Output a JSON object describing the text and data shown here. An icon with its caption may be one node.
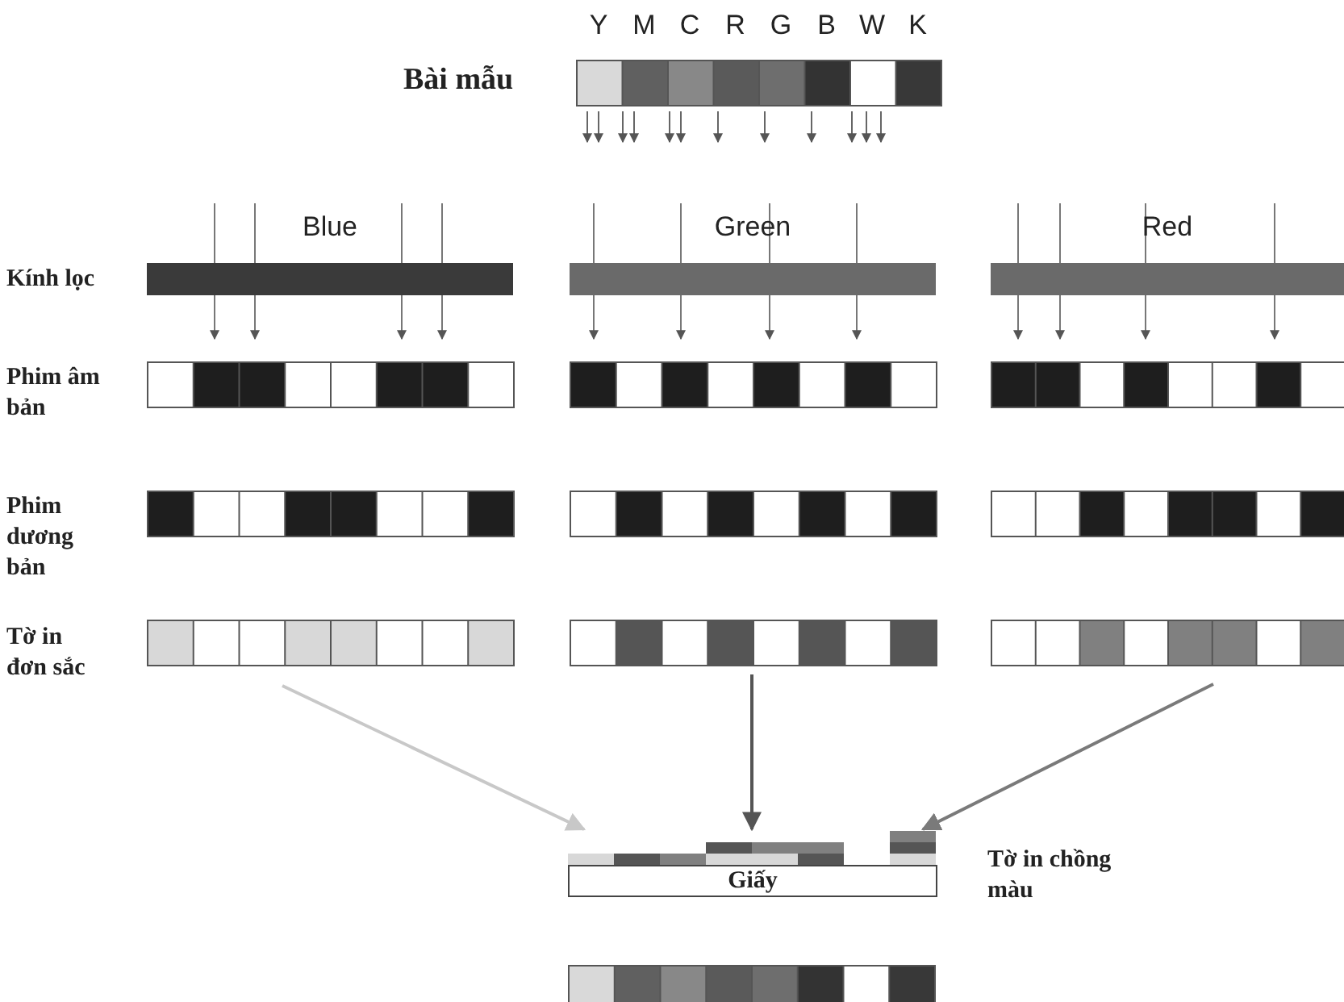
{
  "diagram": {
    "nodes": [
      {
        "text": [
          "Blue"
        ]
      },
      {
        "text": [
          "Green"
        ]
      },
      {
        "text": [
          "Red"
        ]
      },
      {
        "text": [],
        "shape": "bar"
      },
      {
        "text": [],
        "shape": "bar"
      },
      {
        "text": [],
        "shape": "bar"
      },
      {
        "text": [
          "Giấy"
        ],
        "beside": [
          "Tờ in chồng màu"
        ]
      }
    ],
    "edges": [
      {
        "from": 3,
        "to": 6,
        "arrow": "to",
        "color": "#c8c8c8"
      },
      {
        "from": 4,
        "to": 6,
        "arrow": "to",
        "color": "#555555"
      },
      {
        "from": 5,
        "to": 6,
        "arrow": "to",
        "color": "#7a7a7a"
      }
    ],
    "labels": [
      "Y",
      "M",
      "C",
      "R",
      "G",
      "B",
      "W",
      "K",
      "Bài mẫu",
      "Kính lọc",
      "Phim âm bản",
      "Phim dương bản",
      "Tờ in đơn sắc"
    ]
  }
}
